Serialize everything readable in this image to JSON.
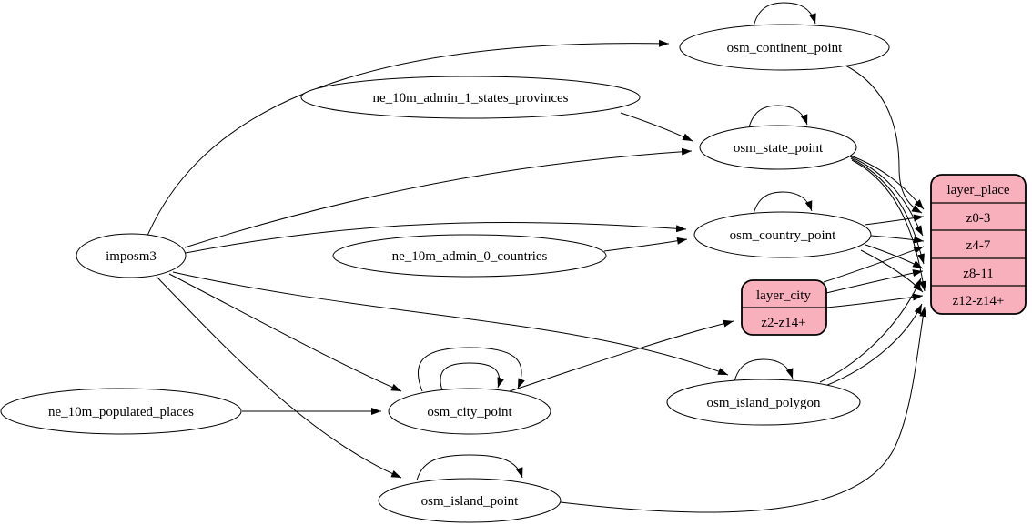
{
  "diagram": {
    "type": "graphviz-etl-diagram",
    "background": "#ffffff",
    "nodes": {
      "imposm3": "imposm3",
      "ne_states": "ne_10m_admin_1_states_provinces",
      "ne_countries": "ne_10m_admin_0_countries",
      "ne_places": "ne_10m_populated_places",
      "continent": "osm_continent_point",
      "state": "osm_state_point",
      "country": "osm_country_point",
      "city": "osm_city_point",
      "island_polygon": "osm_island_polygon",
      "island_point": "osm_island_point"
    },
    "records": {
      "layer_place": {
        "title": "layer_place",
        "rows": [
          "z0-3",
          "z4-7",
          "z8-11",
          "z12-z14+"
        ]
      },
      "layer_city": {
        "title": "layer_city",
        "rows": [
          "z2-z14+"
        ]
      }
    },
    "edges": [
      "imposm3 -> osm_continent_point",
      "imposm3 -> osm_state_point",
      "imposm3 -> osm_country_point",
      "imposm3 -> osm_city_point",
      "imposm3 -> osm_island_polygon",
      "imposm3 -> osm_island_point",
      "ne_10m_admin_1_states_provinces -> osm_state_point",
      "ne_10m_admin_0_countries -> osm_country_point",
      "ne_10m_populated_places -> osm_city_point",
      "osm_continent_point -> osm_continent_point",
      "osm_state_point -> osm_state_point",
      "osm_country_point -> osm_country_point",
      "osm_city_point -> osm_city_point",
      "osm_city_point -> osm_city_point",
      "osm_island_polygon -> osm_island_polygon",
      "osm_island_point -> osm_island_point",
      "osm_continent_point -> layer_place:z0-3",
      "osm_state_point -> layer_place:z0-3",
      "osm_state_point -> layer_place:z4-7",
      "osm_state_point -> layer_place:z8-11",
      "osm_state_point -> layer_place:z12-z14+",
      "osm_country_point -> layer_place:z0-3",
      "osm_country_point -> layer_place:z4-7",
      "osm_country_point -> layer_place:z8-11",
      "osm_country_point -> layer_place:z12-z14+",
      "osm_city_point -> layer_city:z2-z14+",
      "layer_city -> layer_place:z4-7",
      "layer_city -> layer_place:z8-11",
      "layer_city -> layer_place:z12-z14+",
      "osm_island_polygon -> layer_place:z8-11",
      "osm_island_polygon -> layer_place:z12-z14+",
      "osm_island_point -> layer_place:z12-z14+"
    ],
    "colors": {
      "record_fill": "#f9b0bd",
      "node_fill": "#ffffff",
      "stroke": "#000000"
    }
  }
}
